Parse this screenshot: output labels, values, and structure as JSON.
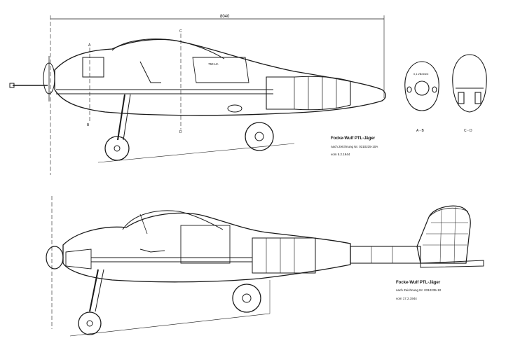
{
  "top_view": {
    "dimension_label": "8040",
    "cockpit_label": "750 Ltr.",
    "tank_label": "0,1 l/Betrieb",
    "title_block": {
      "title": "Focke-Wulf  PTL-Jäger",
      "drawing_line": "nach Zeichnung Nr. 0310235-10A",
      "date_line": "vom 5.2.1944"
    },
    "section_labels": {
      "a_top": "A",
      "c_top": "C",
      "b_bottom": "B",
      "d_bottom": "D",
      "ab": "A - B",
      "cd": "C - D"
    }
  },
  "bottom_view": {
    "title_block": {
      "title": "Focke-Wulf  PTL-Jäger",
      "drawing_line": "nach Zeichnung Nr. 0310235-10",
      "date_line": "vom 17.2.1944"
    }
  },
  "colors": {
    "ink": "#1a1a1a",
    "paper": "#ffffff"
  }
}
